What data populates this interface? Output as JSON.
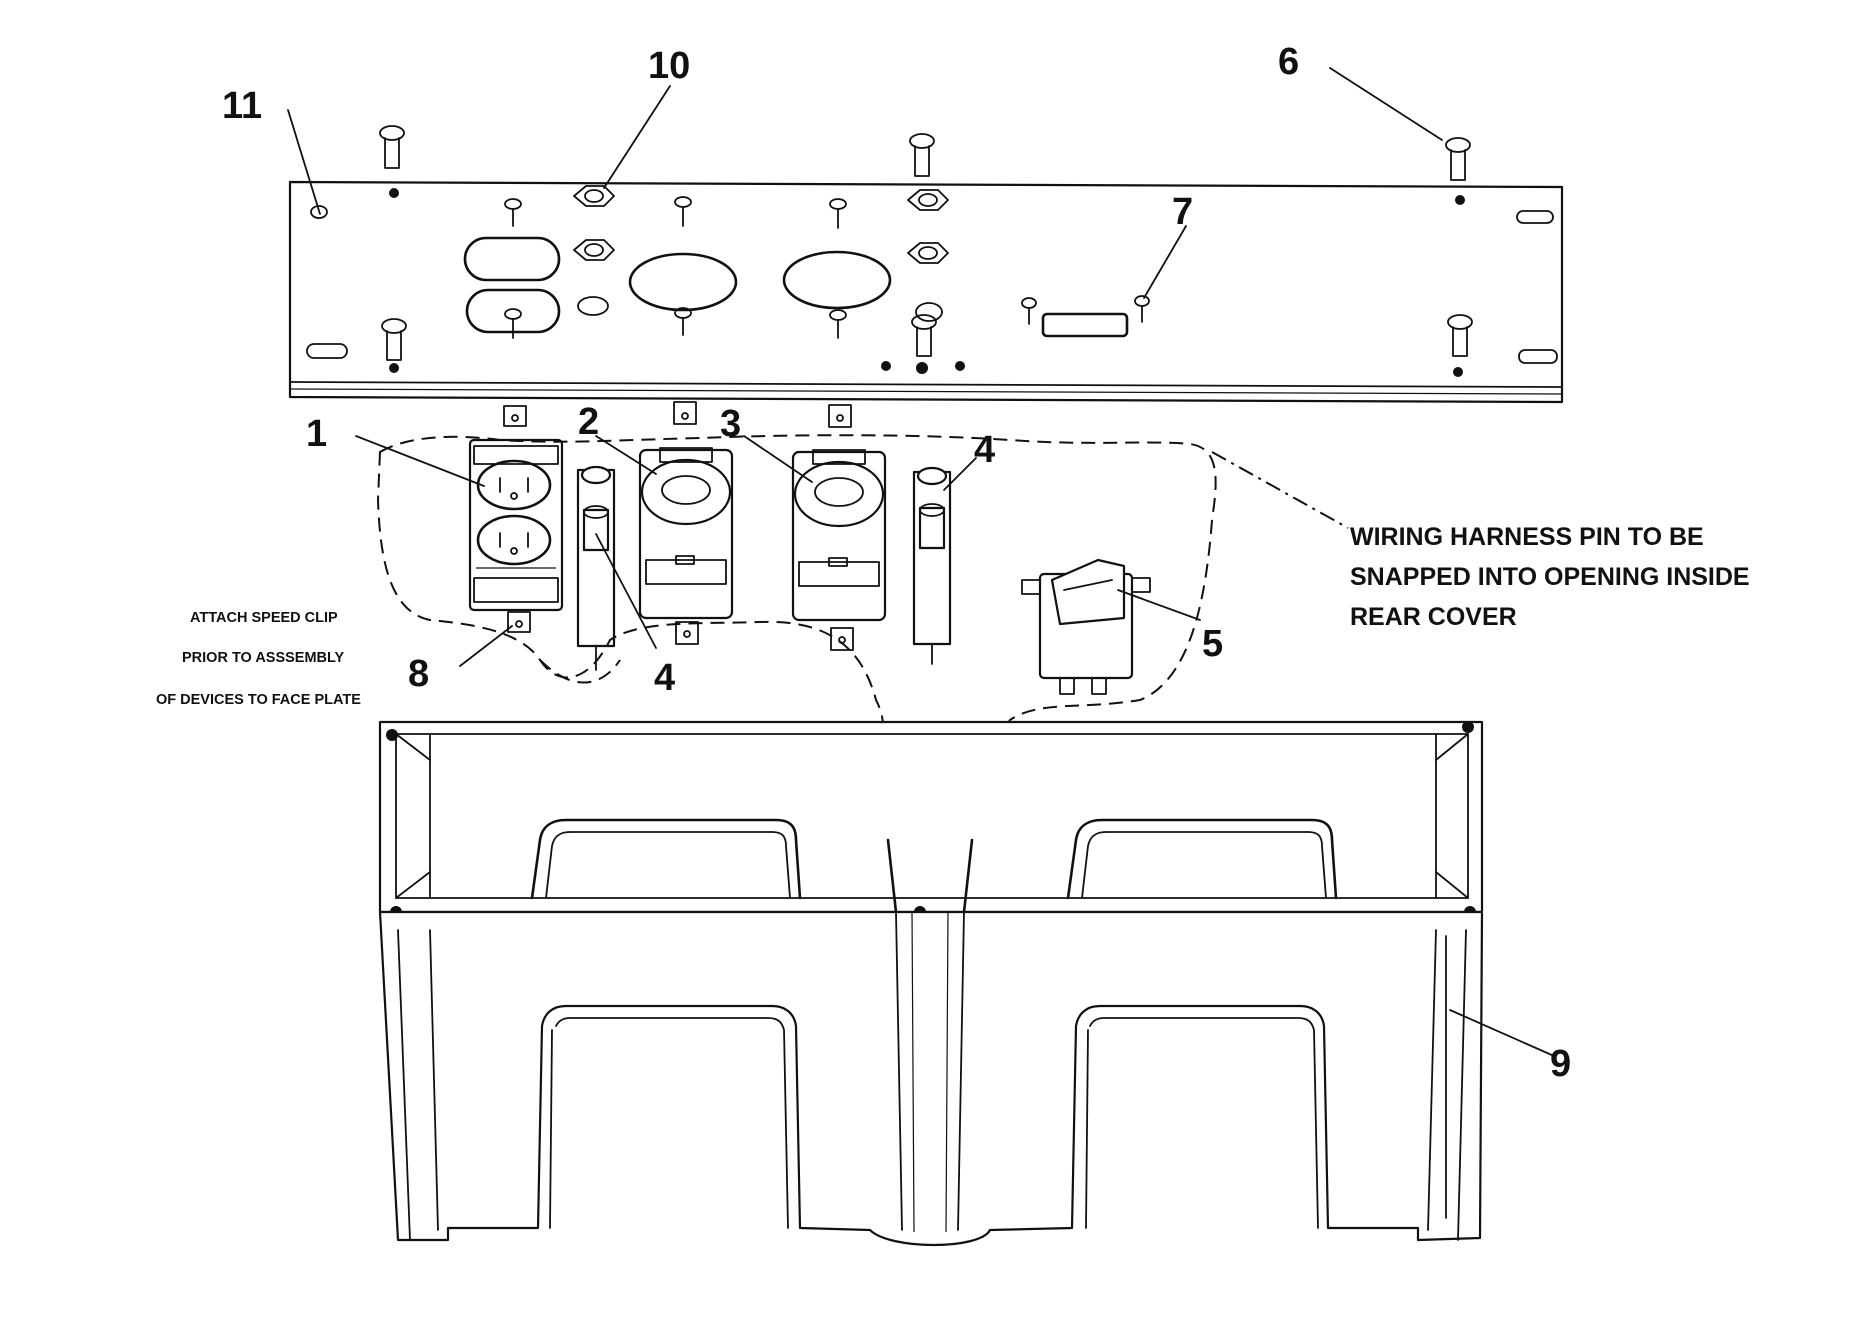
{
  "diagram": {
    "callouts": {
      "c1": "1",
      "c2": "2",
      "c3": "3",
      "c4a": "4",
      "c4b": "4",
      "c5": "5",
      "c6": "6",
      "c7": "7",
      "c8": "8",
      "c9": "9",
      "c10": "10",
      "c11": "11"
    },
    "harness_note": {
      "line1": "WIRING HARNESS PIN TO BE",
      "line2": "SNAPPED INTO OPENING INSIDE",
      "line3": "REAR COVER"
    },
    "speed_clip_note": {
      "line1": "ATTACH SPEED CLIP",
      "line2": "PRIOR TO ASSSEMBLY",
      "line3": "OF DEVICES TO FACE PLATE"
    }
  }
}
